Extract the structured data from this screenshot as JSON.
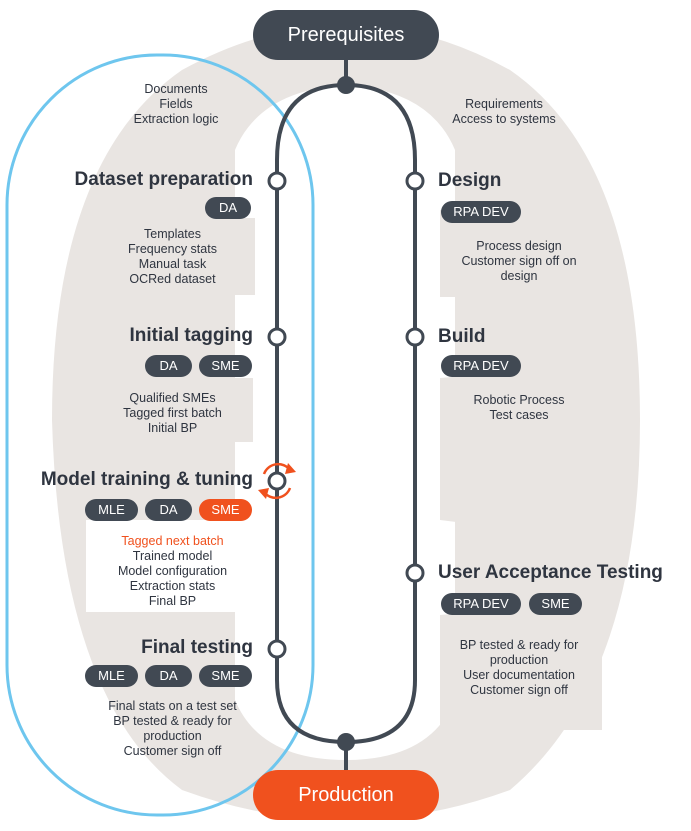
{
  "top": {
    "label": "Prerequisites"
  },
  "bottom": {
    "label": "Production"
  },
  "top_left_notes": [
    "Documents",
    "Fields",
    "Extraction logic"
  ],
  "top_right_notes": [
    "Requirements",
    "Access to systems"
  ],
  "left_stages": [
    {
      "title": "Dataset preparation",
      "roles": [
        "DA"
      ],
      "notes": [
        "Templates",
        "Frequency stats",
        "Manual task",
        "OCRed dataset"
      ]
    },
    {
      "title": "Initial tagging",
      "roles": [
        "DA",
        "SME"
      ],
      "notes": [
        "Qualified SMEs",
        "Tagged first batch",
        "Initial BP"
      ]
    },
    {
      "title": "Model training & tuning",
      "roles": [
        "MLE",
        "DA",
        "SME"
      ],
      "highlighted_role": "SME",
      "highlighted_note": "Tagged next batch",
      "notes": [
        "Trained model",
        "Model configuration",
        "Extraction stats",
        "Final BP"
      ]
    },
    {
      "title": "Final testing",
      "roles": [
        "MLE",
        "DA",
        "SME"
      ],
      "notes": [
        "Final stats on a test set",
        "BP tested & ready for",
        "production",
        "Customer sign off"
      ]
    }
  ],
  "right_stages": [
    {
      "title": "Design",
      "roles": [
        "RPA DEV"
      ],
      "notes": [
        "Process design",
        "Customer sign off on",
        "design"
      ]
    },
    {
      "title": "Build",
      "roles": [
        "RPA DEV"
      ],
      "notes": [
        "Robotic Process",
        "Test cases"
      ]
    },
    {
      "title": "User Acceptance Testing",
      "roles": [
        "RPA DEV",
        "SME"
      ],
      "notes": [
        "BP tested & ready for",
        "production",
        "User documentation",
        "Customer sign off"
      ]
    }
  ],
  "colors": {
    "dark": "#414953",
    "accent": "#f0511e",
    "panel": "#e9e5e2",
    "loop": "#6ec6ee"
  },
  "icons": {
    "cycle": "refresh-cycle-icon"
  }
}
